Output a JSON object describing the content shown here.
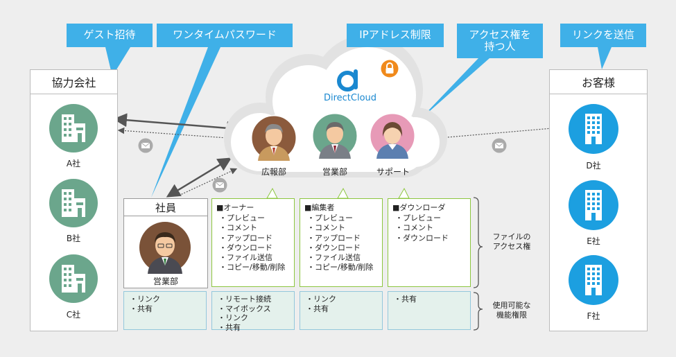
{
  "callouts": {
    "guest_invite": "ゲスト招待",
    "one_time_password": "ワンタイムパスワード",
    "ip_restriction": "IPアドレス制限",
    "access_holder_line1": "アクセス権を",
    "access_holder_line2": "持つ人",
    "send_link": "リンクを送信"
  },
  "partners": {
    "title": "協力会社",
    "companies": [
      "A社",
      "B社",
      "C社"
    ]
  },
  "customers": {
    "title": "お客様",
    "companies": [
      "D社",
      "E社",
      "F社"
    ]
  },
  "cloud": {
    "brand": "DirectCloud",
    "people": [
      "広報部",
      "営業部",
      "サポート"
    ]
  },
  "employee": {
    "title": "社員",
    "dept": "営業部",
    "functions": [
      "・リンク",
      "・共有"
    ]
  },
  "roles": [
    {
      "title": "■オーナー",
      "permissions": [
        "・プレビュー",
        "・コメント",
        "・アップロード",
        "・ダウンロード",
        "・ファイル送信",
        "・コピー/移動/削除"
      ],
      "functions": [
        "・リモート接続",
        "・マイボックス",
        "・リンク",
        "・共有"
      ]
    },
    {
      "title": "■編集者",
      "permissions": [
        "・プレビュー",
        "・コメント",
        "・アップロード",
        "・ダウンロード",
        "・ファイル送信",
        "・コピー/移動/削除"
      ],
      "functions": [
        "・リンク",
        "・共有"
      ]
    },
    {
      "title": "■ダウンローダ",
      "permissions": [
        "・プレビュー",
        "・コメント",
        "・ダウンロード"
      ],
      "functions": [
        "・共有"
      ]
    }
  ],
  "legend": {
    "file_access_line1": "ファイルの",
    "file_access_line2": "アクセス権",
    "available_line1": "使用可能な",
    "available_line2": "機能権限"
  },
  "colors": {
    "callout": "#3fb0e8",
    "partner_icon": "#6ba68c",
    "customer_icon": "#1c9fe0",
    "permission_border": "#8cc63f",
    "function_fill": "#e4f1ec",
    "lock": "#f08a1c"
  }
}
